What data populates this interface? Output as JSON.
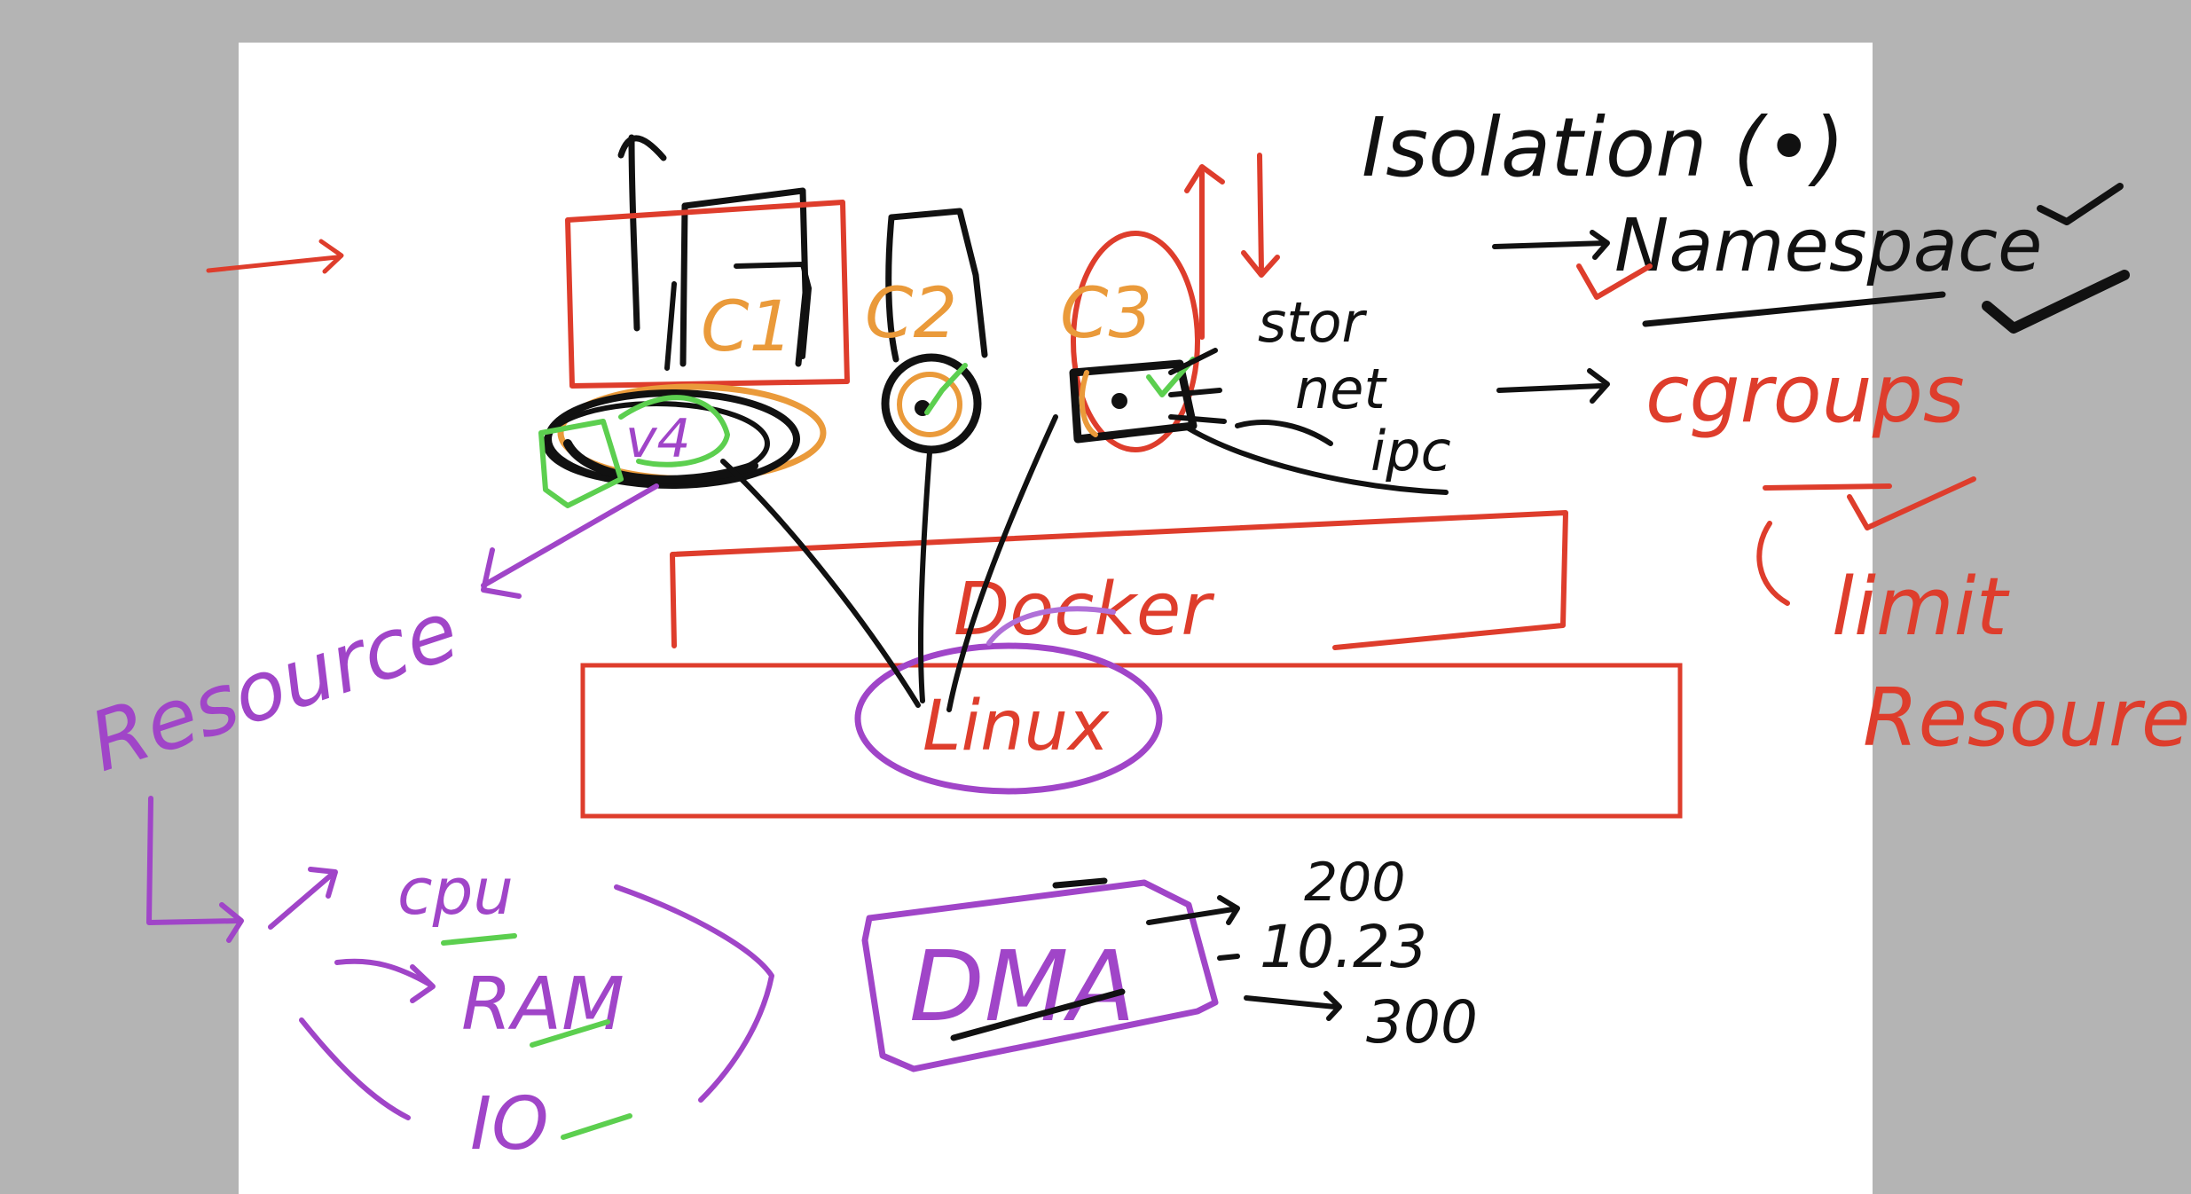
{
  "colors": {
    "canvas_bg": "#b4b4b4",
    "page_bg": "#ffffff",
    "ink_black": "#111111",
    "ink_red": "#de3d2c",
    "ink_orange": "#ea9a3a",
    "ink_purple": "#a045c8",
    "ink_green": "#5ccf4f"
  },
  "heading": {
    "isolation": "Isolation (•)",
    "namespace": "Namespace",
    "cgroups": "cgroups",
    "limit": "limit",
    "resource_right": "Resoure"
  },
  "containers": [
    {
      "label": "C1"
    },
    {
      "label": "C2"
    },
    {
      "label": "C3"
    }
  ],
  "resource_badge": "v4",
  "side_labels": {
    "stor": "stor",
    "net": "net",
    "ipc": "ipc"
  },
  "layers": {
    "docker": "Docker",
    "linux": "Linux"
  },
  "resources": {
    "title": "Resource",
    "items": [
      "cpu",
      "RAM",
      "IO"
    ]
  },
  "dma": {
    "label": "DMA",
    "values": [
      "200",
      "10.23",
      "300"
    ]
  }
}
